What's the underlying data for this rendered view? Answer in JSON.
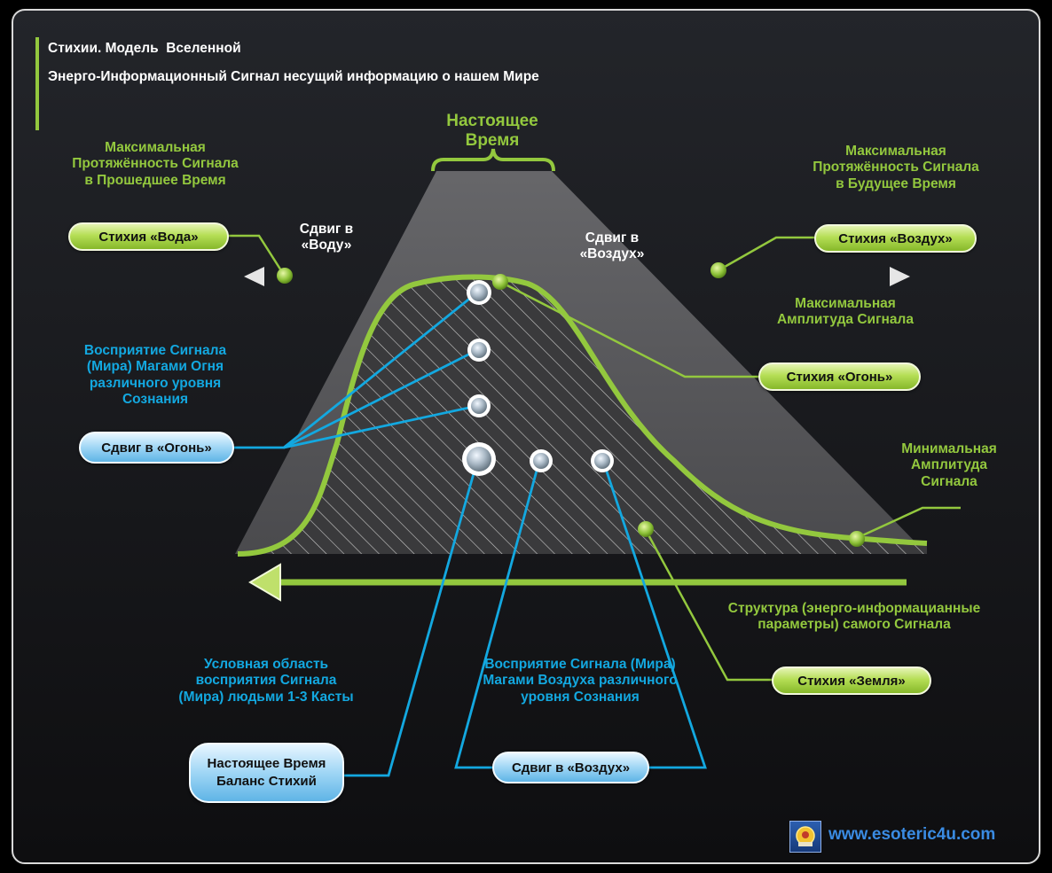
{
  "header": {
    "title": "Стихии. Модель  Вселенной",
    "subtitle": "Энерго-Информационный Сигнал несущий информацию о нашем Мире"
  },
  "labels": {
    "present_time": "Настоящее Время",
    "max_past": "Максимальная Протяжённость Сигнала в Прошедшее Время",
    "max_future": "Максимальная Протяжённость Сигнала в Будущее Время",
    "shift_water": "Сдвиг в «Воду»",
    "shift_air": "Сдвиг в «Воздух»",
    "max_amplitude": "Максимальная Амплитуда Сигнала",
    "min_amplitude": "Минимальная Амплитуда Сигнала",
    "fire_mages": "Восприятие Сигнала (Мира) Магами Огня различного уровня Сознания",
    "structure": "Структура (энерго-информацианные параметры) самого Сигнала",
    "people_area": "Условная область восприятия Сигнала (Мира) людьми 1-3 Касты",
    "air_mages": "Восприятие Сигнала (Мира) Магами Воздуха различного уровня Сознания"
  },
  "pills": {
    "water": "Стихия «Вода»",
    "air": "Стихия «Воздух»",
    "fire": "Стихия «Огонь»",
    "earth": "Стихия «Земля»",
    "shift_fire": "Сдвиг в «Огонь»",
    "balance_line1": "Настоящее Время",
    "balance_line2": "Баланс Стихий",
    "shift_air": "Сдвиг в «Воздух»"
  },
  "footer": {
    "url": "www.esoteric4u.com"
  },
  "colors": {
    "green": "#93c83e",
    "blue": "#13a8e0",
    "background": "#1b1b1d"
  }
}
